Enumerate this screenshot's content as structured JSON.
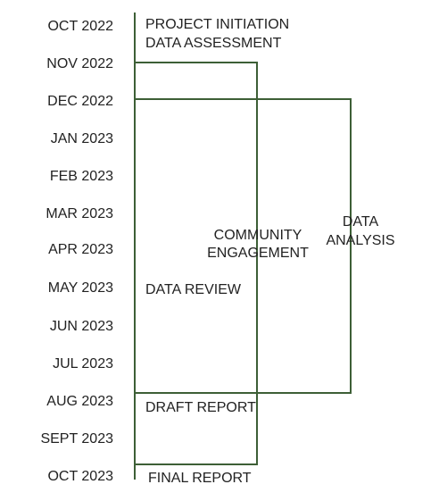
{
  "months": [
    "OCT 2022",
    "NOV 2022",
    "DEC 2022",
    "JAN 2023",
    "FEB 2023",
    "MAR 2023",
    "APR 2023",
    "MAY 2023",
    "JUN 2023",
    "JUL 2023",
    "AUG 2023",
    "SEPT 2023",
    "OCT 2023"
  ],
  "labels": {
    "project_initiation": "PROJECT INITIATION",
    "data_assessment": "DATA ASSESSMENT",
    "community": "COMMUNITY",
    "engagement": "ENGAGEMENT",
    "data": "DATA",
    "analysis": "ANALYSIS",
    "data_review": "DATA REVIEW",
    "draft_report": "DRAFT REPORT",
    "final_report": "FINAL REPORT"
  },
  "colors": {
    "line": "#3d5f36",
    "text": "#222222"
  }
}
